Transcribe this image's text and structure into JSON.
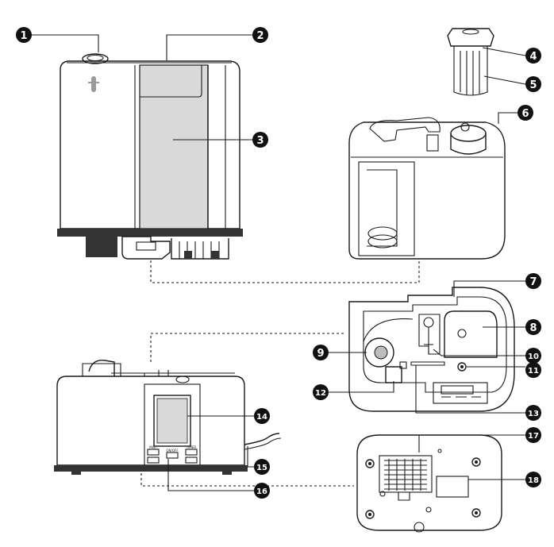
{
  "callouts": [
    {
      "id": "callout-1",
      "label": "1"
    },
    {
      "id": "callout-2",
      "label": "2"
    },
    {
      "id": "callout-3",
      "label": "3"
    },
    {
      "id": "callout-4",
      "label": "4"
    },
    {
      "id": "callout-5",
      "label": "5"
    },
    {
      "id": "callout-6",
      "label": "6"
    },
    {
      "id": "callout-7",
      "label": "7"
    },
    {
      "id": "callout-8",
      "label": "8"
    },
    {
      "id": "callout-9",
      "label": "9"
    },
    {
      "id": "callout-10",
      "label": "10"
    },
    {
      "id": "callout-11",
      "label": "11"
    },
    {
      "id": "callout-12",
      "label": "12"
    },
    {
      "id": "callout-13",
      "label": "13"
    },
    {
      "id": "callout-14",
      "label": "14"
    },
    {
      "id": "callout-15",
      "label": "15"
    },
    {
      "id": "callout-16",
      "label": "16"
    },
    {
      "id": "callout-17",
      "label": "17"
    },
    {
      "id": "callout-18",
      "label": "18"
    }
  ],
  "panel_buttons": {
    "left_top": "MIST",
    "right_top": "TIMER",
    "left_bottom": "WARM MIST",
    "center": "ON/OFF",
    "right_bottom": "HUMIDITY"
  },
  "colors": {
    "line": "#1a1a1a",
    "tank_window": "#d9d9d9",
    "base_band": "#333333",
    "badge": "#111111"
  }
}
